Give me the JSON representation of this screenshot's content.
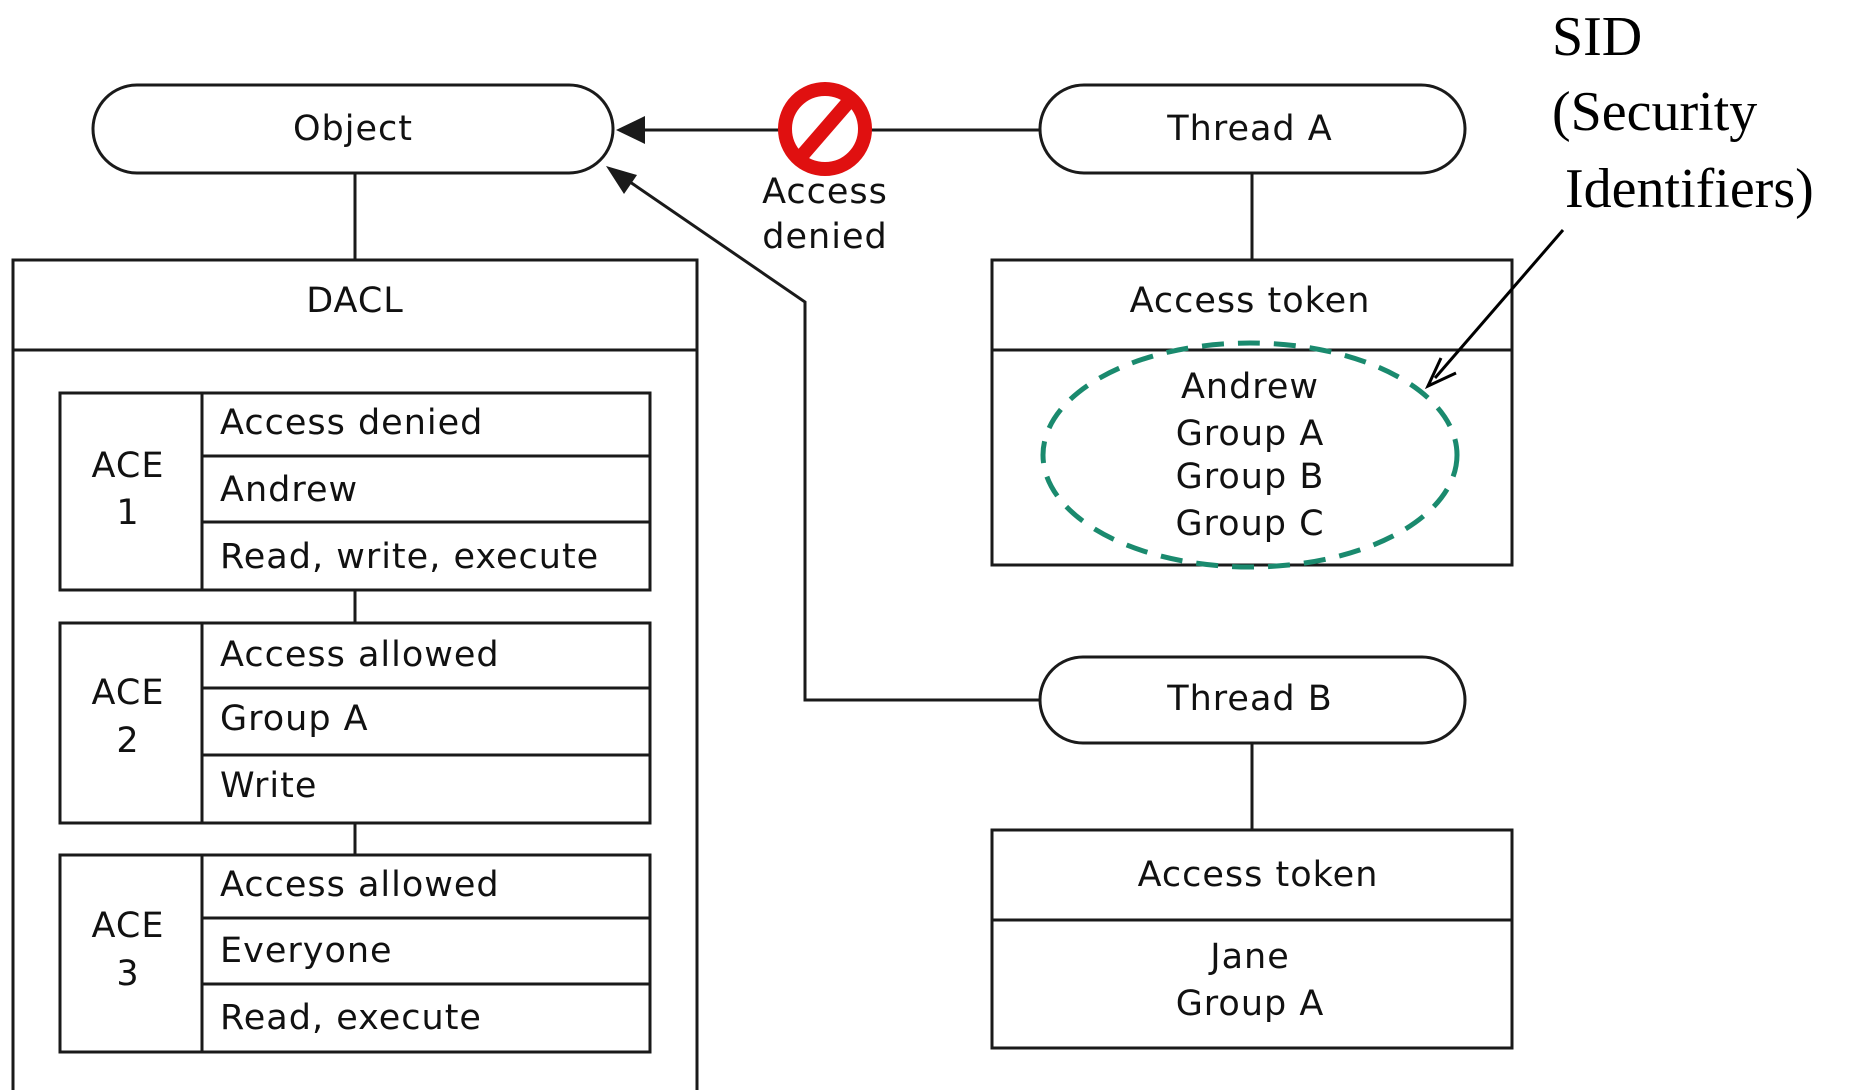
{
  "object": {
    "label": "Object"
  },
  "dacl": {
    "title": "DACL",
    "aces": [
      {
        "name_line1": "ACE",
        "name_line2": "1",
        "type": "Access denied",
        "trustee": "Andrew",
        "rights": "Read, write, execute"
      },
      {
        "name_line1": "ACE",
        "name_line2": "2",
        "type": "Access allowed",
        "trustee": "Group A",
        "rights": "Write"
      },
      {
        "name_line1": "ACE",
        "name_line2": "3",
        "type": "Access allowed",
        "trustee": "Everyone",
        "rights": "Read, execute"
      }
    ]
  },
  "denied": {
    "line1": "Access",
    "line2": "denied"
  },
  "thread_a": {
    "label": "Thread A",
    "token_title": "Access token",
    "sids": [
      "Andrew",
      "Group A",
      "Group B",
      "Group C"
    ]
  },
  "thread_b": {
    "label": "Thread B",
    "token_title": "Access token",
    "sids": [
      "Jane",
      "Group A"
    ]
  },
  "sid_note": {
    "line1": "SID",
    "line2": "(Security",
    "line3": "Identifiers)"
  },
  "colors": {
    "sid_highlight": "#1a8a6e",
    "no_symbol": "#e01010",
    "line": "#1a1a1a"
  },
  "icons": {
    "denied_icon": "no-entry-icon"
  }
}
